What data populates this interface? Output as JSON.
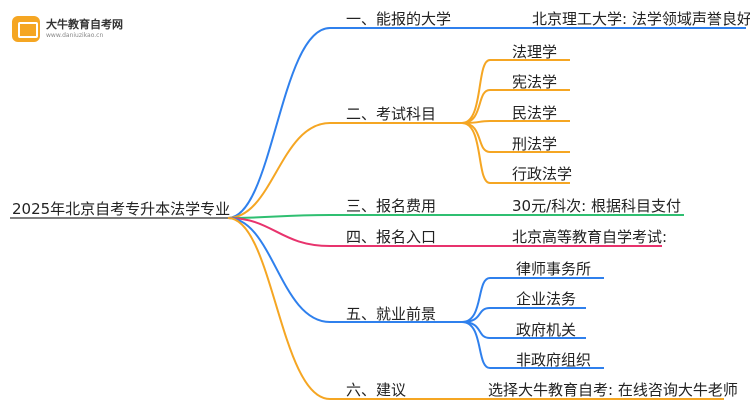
{
  "logo": {
    "title": "大牛教育自考网",
    "url": "www.daniuzikao.cn"
  },
  "root": "2025年北京自考专升本法学专业",
  "branches": [
    {
      "label": "一、能报的大学",
      "color": "#2f80ed",
      "children": [
        "北京理工大学: 法学领域声誉良好"
      ]
    },
    {
      "label": "二、考试科目",
      "color": "#f5a623",
      "children": [
        "法理学",
        "宪法学",
        "民法学",
        "刑法学",
        "行政法学"
      ]
    },
    {
      "label": "三、报名费用",
      "color": "#2fbf71",
      "children": [
        "30元/科次: 根据科目支付"
      ]
    },
    {
      "label": "四、报名入口",
      "color": "#e8336d",
      "children": [
        "北京高等教育自学考试:"
      ]
    },
    {
      "label": "五、就业前景",
      "color": "#2f80ed",
      "children": [
        "律师事务所",
        "企业法务",
        "政府机关",
        "非政府组织"
      ]
    },
    {
      "label": "六、建议",
      "color": "#f5a623",
      "children": [
        "选择大牛教育自考: 在线咨询大牛老师"
      ]
    }
  ]
}
